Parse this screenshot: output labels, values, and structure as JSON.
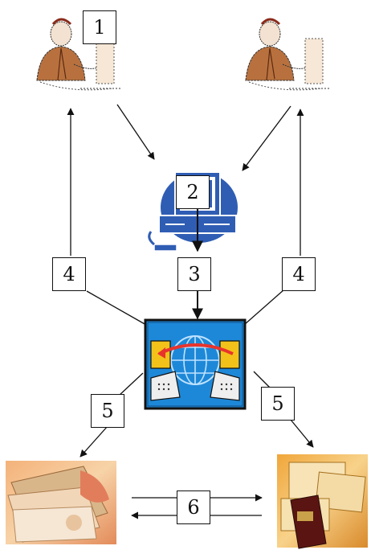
{
  "labels": {
    "step1": "1",
    "step2": "2",
    "step3": "3",
    "step4_left": "4",
    "step4_right": "4",
    "step5_left": "5",
    "step5_right": "5",
    "step6": "6"
  },
  "icons": {
    "person_left": "person-at-computer-icon",
    "person_right": "person-at-computer-icon",
    "computer": "desktop-computer-icon",
    "exchange": "network-exchange-icon",
    "money": "currency-notes-image",
    "securities": "certificates-documents-image"
  },
  "colors": {
    "computer_blue": "#2f5db3",
    "exchange_blue": "#1e88d8",
    "exchange_yellow": "#f3c21a",
    "exchange_arrow": "#e8342c",
    "person_skin": "#b8713e"
  }
}
